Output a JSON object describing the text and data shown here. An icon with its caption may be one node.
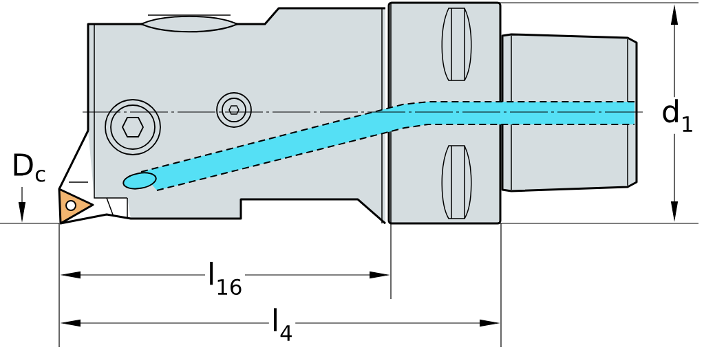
{
  "diagram": {
    "labels": [
      "D$_{c}$",
      "d$_{1}$",
      "l$_{16}$",
      "l$_{4}$"
    ]
  }
}
